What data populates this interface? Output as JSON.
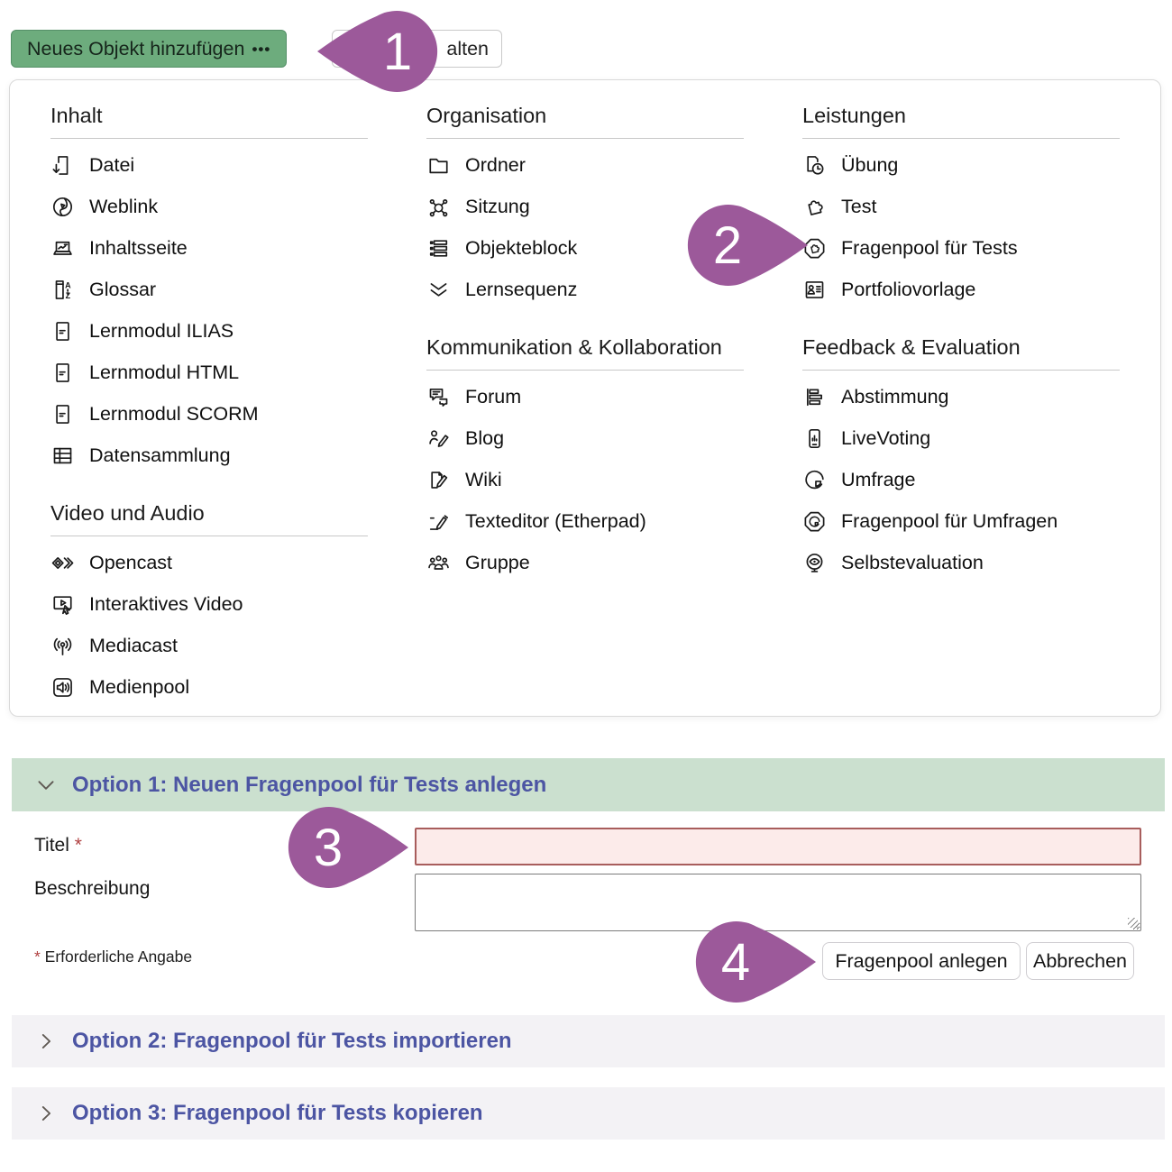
{
  "toolbar": {
    "add_object_button": "Neues Objekt hinzufügen",
    "add_object_ellipsis": "•••",
    "partial_button_visible_text": "alten"
  },
  "menu": {
    "columns": [
      {
        "sections": [
          {
            "heading": "Inhalt",
            "items": [
              {
                "label": "Datei",
                "icon": "file-download-icon"
              },
              {
                "label": "Weblink",
                "icon": "globe-icon"
              },
              {
                "label": "Inhaltsseite",
                "icon": "content-page-icon"
              },
              {
                "label": "Glossar",
                "icon": "glossary-icon"
              },
              {
                "label": "Lernmodul ILIAS",
                "icon": "learning-module-icon"
              },
              {
                "label": "Lernmodul HTML",
                "icon": "learning-module-icon"
              },
              {
                "label": "Lernmodul SCORM",
                "icon": "learning-module-icon"
              },
              {
                "label": "Datensammlung",
                "icon": "data-table-icon"
              }
            ]
          },
          {
            "heading": "Video und Audio",
            "items": [
              {
                "label": "Opencast",
                "icon": "opencast-icon"
              },
              {
                "label": "Interaktives Video",
                "icon": "interactive-video-icon"
              },
              {
                "label": "Mediacast",
                "icon": "mediacast-icon"
              },
              {
                "label": "Medienpool",
                "icon": "media-pool-icon"
              }
            ]
          }
        ]
      },
      {
        "sections": [
          {
            "heading": "Organisation",
            "items": [
              {
                "label": "Ordner",
                "icon": "folder-icon"
              },
              {
                "label": "Sitzung",
                "icon": "session-icon"
              },
              {
                "label": "Objekteblock",
                "icon": "object-block-icon"
              },
              {
                "label": "Lernsequenz",
                "icon": "learning-sequence-icon"
              }
            ]
          },
          {
            "heading": "Kommunikation & Kollaboration",
            "items": [
              {
                "label": "Forum",
                "icon": "forum-icon"
              },
              {
                "label": "Blog",
                "icon": "blog-icon"
              },
              {
                "label": "Wiki",
                "icon": "wiki-icon"
              },
              {
                "label": "Texteditor (Etherpad)",
                "icon": "text-editor-icon"
              },
              {
                "label": "Gruppe",
                "icon": "group-icon"
              }
            ]
          }
        ]
      },
      {
        "sections": [
          {
            "heading": "Leistungen",
            "items": [
              {
                "label": "Übung",
                "icon": "exercise-icon"
              },
              {
                "label": "Test",
                "icon": "puzzle-icon"
              },
              {
                "label": "Fragenpool für Tests",
                "icon": "puzzle-hex-icon"
              },
              {
                "label": "Portfoliovorlage",
                "icon": "portfolio-icon"
              }
            ]
          },
          {
            "heading": "Feedback & Evaluation",
            "items": [
              {
                "label": "Abstimmung",
                "icon": "poll-bars-icon"
              },
              {
                "label": "LiveVoting",
                "icon": "live-voting-icon"
              },
              {
                "label": "Umfrage",
                "icon": "pie-icon"
              },
              {
                "label": "Fragenpool für Umfragen",
                "icon": "pie-hex-icon"
              },
              {
                "label": "Selbstevaluation",
                "icon": "self-evaluation-icon"
              }
            ]
          }
        ]
      }
    ]
  },
  "markers": [
    "1",
    "2",
    "3",
    "4"
  ],
  "form": {
    "option1_title": "Option 1: Neuen Fragenpool für Tests anlegen",
    "title_label": "Titel",
    "required_mark": "*",
    "title_value": "",
    "description_label": "Beschreibung",
    "description_value": "",
    "footnote_mark": "*",
    "footnote_text": " Erforderliche Angabe",
    "submit_label": "Fragenpool anlegen",
    "cancel_label": "Abbrechen",
    "option2_title": "Option 2: Fragenpool für Tests importieren",
    "option3_title": "Option 3: Fragenpool für Tests kopieren"
  },
  "colors": {
    "add_button_green": "#6dac7d",
    "accordion_open_green": "#cbe0cf",
    "accordion_collapsed_gray": "#f3f2f5",
    "accordion_text_indigo": "#4c55a3",
    "marker_purple": "#9c599a",
    "error_border_red": "#a85d5c",
    "error_background_pink": "#fcebea"
  }
}
